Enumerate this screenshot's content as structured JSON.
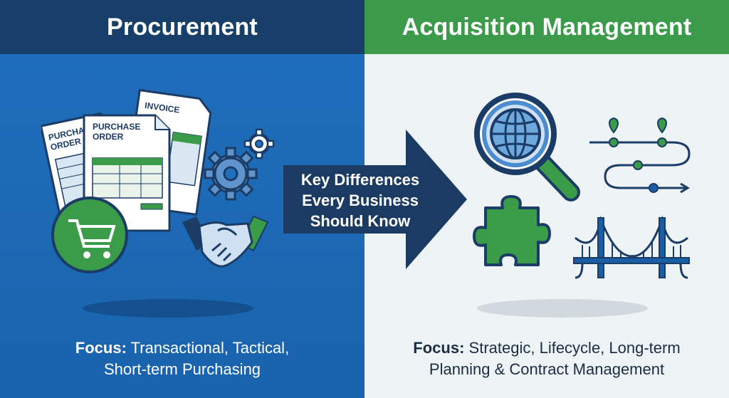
{
  "left": {
    "title": "Procurement",
    "doc_labels": {
      "purchase_order_back": "PURCHASE ORDER",
      "invoice": "INVOICE",
      "purchase_order_front": "PURCHASE ORDER"
    },
    "focus_label": "Focus:",
    "focus_line1_rest": "Transactional, Tactical,",
    "focus_line2": "Short-term Purchasing"
  },
  "center": {
    "line1": "Key Differences",
    "line2": "Every Business",
    "line3": "Should Know"
  },
  "right": {
    "title": "Acquisition Management",
    "focus_label": "Focus:",
    "focus_line1_rest": "Strategic, Lifecycle, Long-term",
    "focus_line2": "Planning & Contract Management"
  },
  "colors": {
    "left_header": "#173f6a",
    "left_bg": "#1f6fbd",
    "right_header": "#3c9b4b",
    "right_bg": "#eef3f6",
    "arrow": "#1c3b63",
    "green": "#3a9b48",
    "navy": "#1b3c66"
  },
  "icons": [
    "document-stack-icon",
    "shopping-cart-icon",
    "gears-icon",
    "handshake-icon",
    "arrow-icon",
    "magnifying-globe-icon",
    "roadmap-icon",
    "puzzle-piece-icon",
    "bridge-icon"
  ]
}
